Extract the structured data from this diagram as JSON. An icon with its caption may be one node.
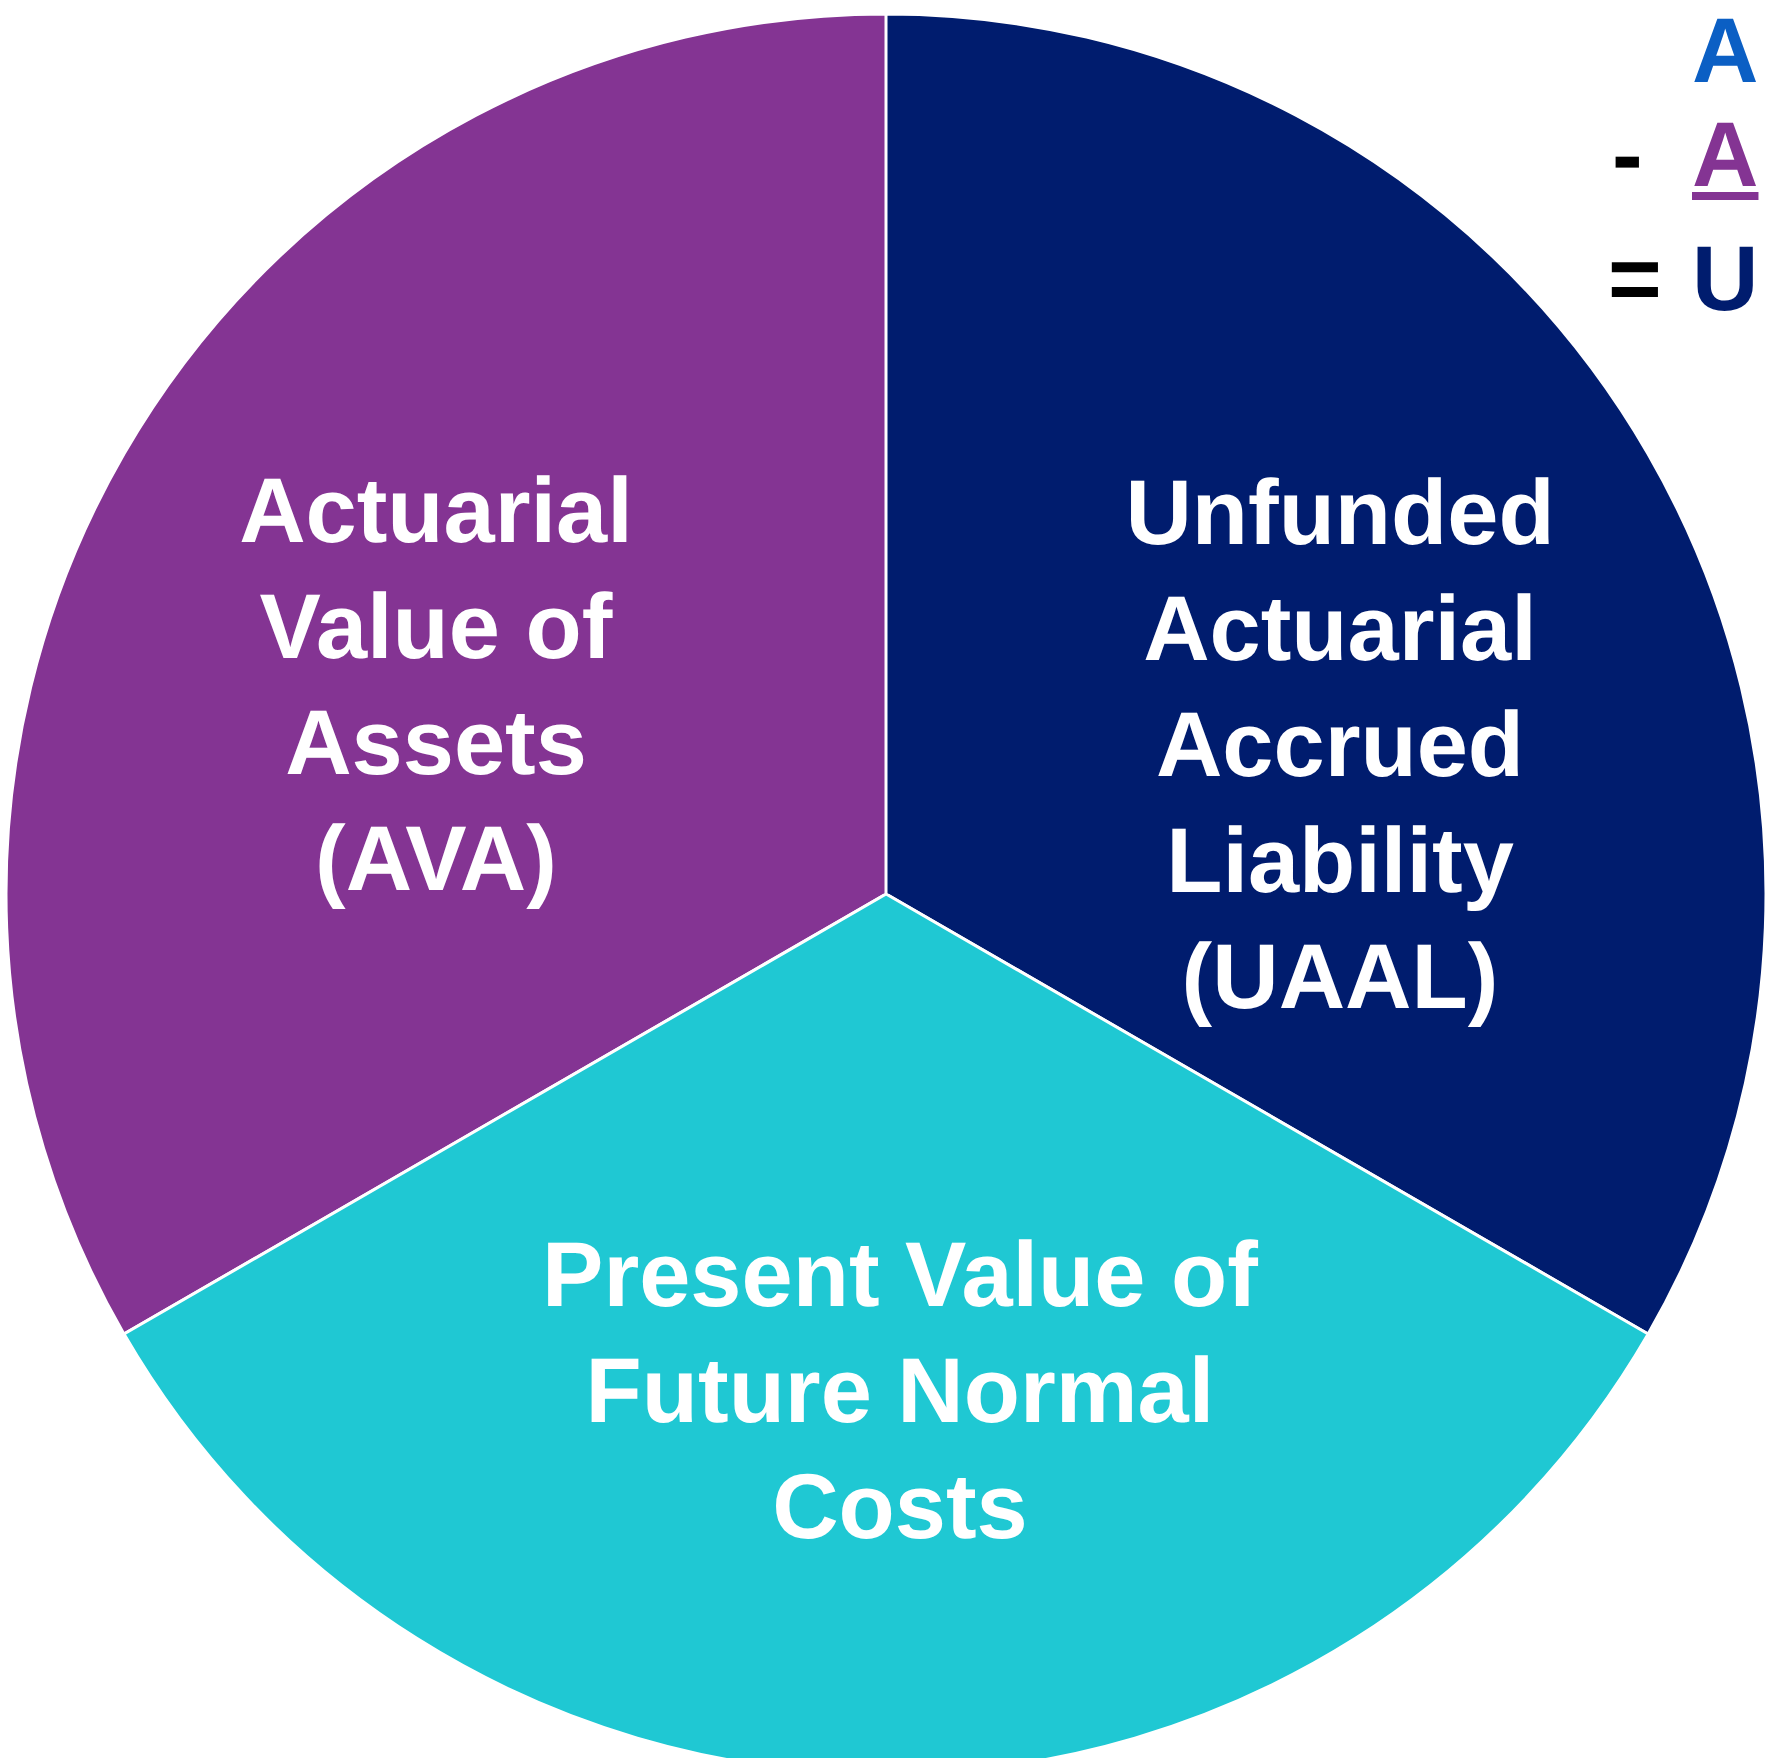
{
  "diagram": {
    "nodes": [
      {
        "text": [
          "Actuarial Value of Assets (AVA)"
        ]
      },
      {
        "text": [
          "Unfunded Actuarial Accrued Liability (UAAL)"
        ]
      },
      {
        "text": [
          "Present Value of Future Normal Costs"
        ]
      }
    ],
    "labels": [
      "A",
      "-",
      "A",
      "=",
      "U"
    ]
  }
}
